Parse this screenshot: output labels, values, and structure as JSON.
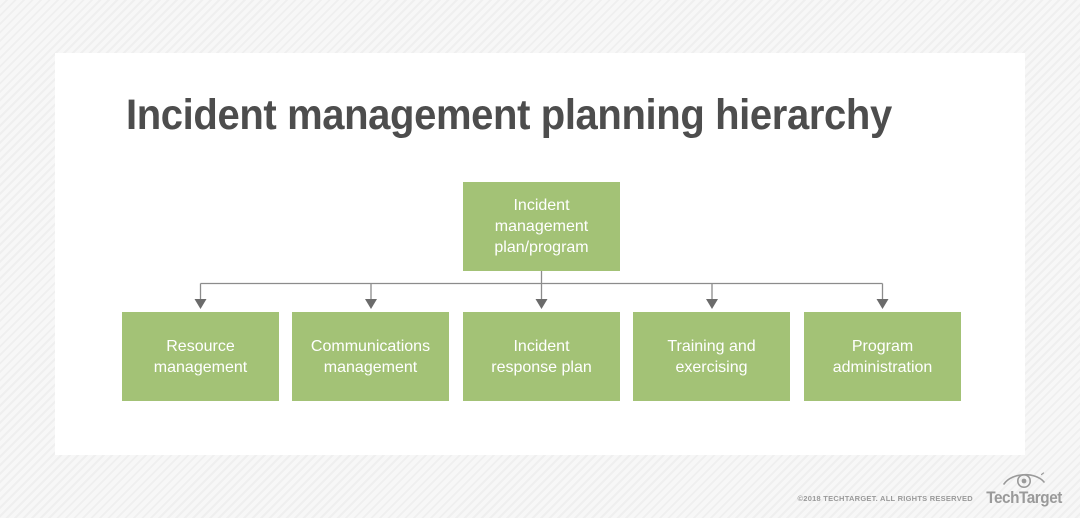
{
  "page": {
    "background_color": "#f7f7f7",
    "card_color": "#ffffff"
  },
  "title": "Incident management planning hierarchy",
  "diagram": {
    "type": "hierarchy",
    "node_color": "#a3c276",
    "node_text_color": "#ffffff",
    "connector_color": "#8c8c8c",
    "root": {
      "lines": [
        "Incident",
        "management",
        "plan/program"
      ],
      "text": "Incident management plan/program"
    },
    "children": [
      {
        "lines": [
          "Resource",
          "management"
        ],
        "text": "Resource management"
      },
      {
        "lines": [
          "Communications",
          "management"
        ],
        "text": "Communications management"
      },
      {
        "lines": [
          "Incident",
          "response plan"
        ],
        "text": "Incident response plan"
      },
      {
        "lines": [
          "Training and",
          "exercising"
        ],
        "text": "Training and exercising"
      },
      {
        "lines": [
          "Program",
          "administration"
        ],
        "text": "Program administration"
      }
    ]
  },
  "footer": {
    "copyright": "©2018 TECHTARGET. ALL RIGHTS RESERVED",
    "logo_word": "TechTarget",
    "logo_icon": "eye-icon"
  }
}
